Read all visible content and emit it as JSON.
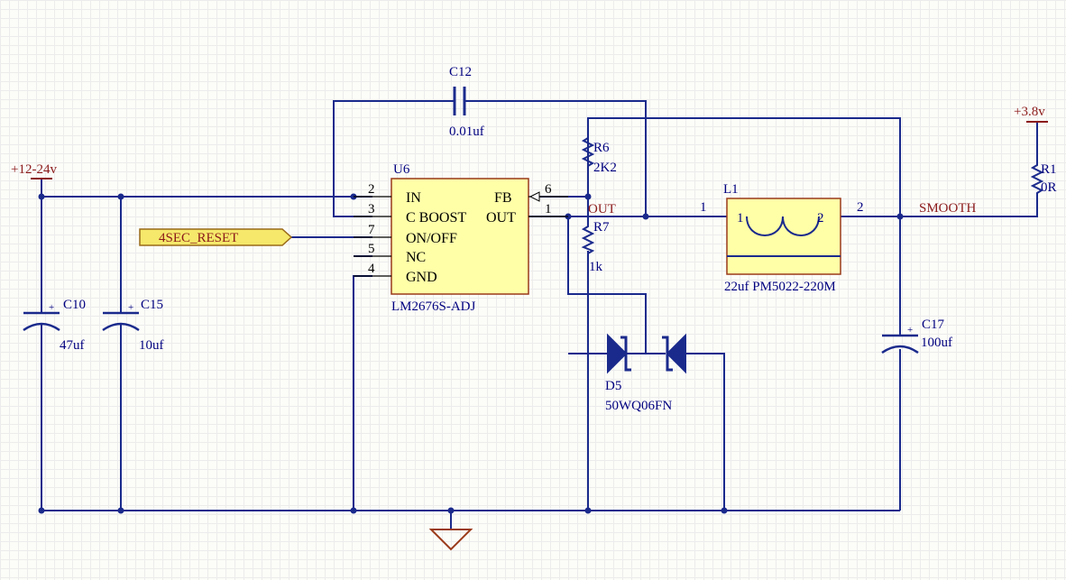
{
  "colors": {
    "wire": "#1a2a8c",
    "component_body_fill": "#ffffa8",
    "component_body_stroke": "#9a3a1a",
    "power_text": "#8b1a1a",
    "net_label_text": "#8b1a1a",
    "designator_text": "#000080",
    "port_fill": "#f5e86a",
    "port_stroke": "#9a6a1a"
  },
  "icons": [
    "ground-icon",
    "capacitor-icon",
    "resistor-icon",
    "diode-icon",
    "inductor-icon",
    "power-port-icon"
  ],
  "power_ports": {
    "vin": "+12-24v",
    "vout": "+3.8v"
  },
  "net_labels": {
    "smooth": "SMOOTH",
    "out": "OUT"
  },
  "port": {
    "label": "4SEC_RESET"
  },
  "u6": {
    "designator": "U6",
    "part": "LM2676S-ADJ",
    "pins": {
      "in": {
        "name": "IN",
        "number": "2"
      },
      "cboost": {
        "name": "C BOOST",
        "number": "3"
      },
      "onoff": {
        "name": "ON/OFF",
        "number": "7"
      },
      "nc": {
        "name": "NC",
        "number": "5"
      },
      "gnd": {
        "name": "GND",
        "number": "4"
      },
      "fb": {
        "name": "FB",
        "number": "6"
      },
      "out": {
        "name": "OUT",
        "number": "1"
      }
    }
  },
  "c12": {
    "designator": "C12",
    "value": "0.01uf"
  },
  "c10": {
    "designator": "C10",
    "value": "47uf"
  },
  "c15": {
    "designator": "C15",
    "value": "10uf"
  },
  "c17": {
    "designator": "C17",
    "value": "100uf"
  },
  "r6": {
    "designator": "R6",
    "value": "2K2"
  },
  "r7": {
    "designator": "R7",
    "value": "1k"
  },
  "r1": {
    "designator": "R1",
    "value": "0R"
  },
  "d5": {
    "designator": "D5",
    "value": "50WQ06FN"
  },
  "l1": {
    "designator": "L1",
    "value": "22uf PM5022-220M",
    "pin1": "1",
    "pin2": "2"
  }
}
